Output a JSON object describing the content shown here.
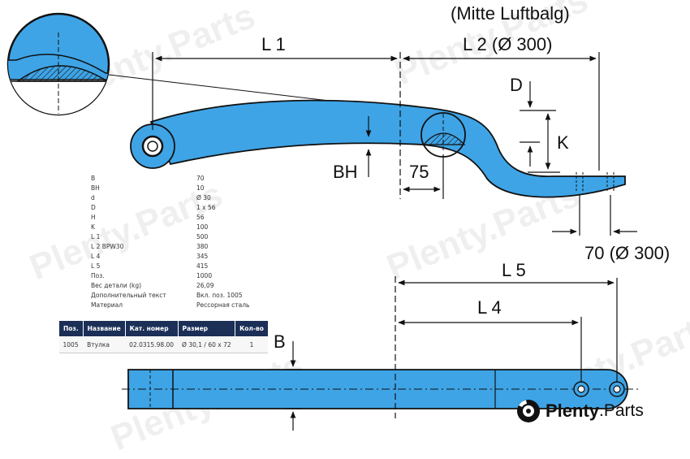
{
  "dimensions": {
    "mitte_luftbalg": "(Mitte Luftbalg)",
    "l1": "L 1",
    "l2": "L 2 (Ø 300)",
    "d": "D",
    "k": "K",
    "bh": "BH",
    "d75": "75",
    "d70": "70 (Ø 300)",
    "l5": "L 5",
    "l4": "L 4",
    "b": "B"
  },
  "specs": [
    {
      "key": "B",
      "value": "70"
    },
    {
      "key": "BH",
      "value": "10"
    },
    {
      "key": "d",
      "value": "Ø 30"
    },
    {
      "key": "D",
      "value": "1 x 56"
    },
    {
      "key": "H",
      "value": "56"
    },
    {
      "key": "K",
      "value": "100"
    },
    {
      "key": "L 1",
      "value": "500"
    },
    {
      "key": "L 2 BPW30",
      "value": "380"
    },
    {
      "key": "L 4",
      "value": "345"
    },
    {
      "key": "L 5",
      "value": "415"
    },
    {
      "key": "Поз.",
      "value": "1000"
    },
    {
      "key": "Вес детали (kg)",
      "value": "26,09"
    },
    {
      "key": "Дополнительный текст",
      "value": "Вкл. поз. 1005"
    },
    {
      "key": "Материал",
      "value": "Рессорная сталь"
    }
  ],
  "parts_table": {
    "headers": [
      "Поз.",
      "Название",
      "Кат. номер",
      "Размер",
      "Кол-во"
    ],
    "rows": [
      [
        "1005",
        "Втулка",
        "02.0315.98.00",
        "Ø 30,1 / 60 x 72",
        "1"
      ]
    ]
  },
  "brand": {
    "name": "Plenty",
    "domain": ".Parts"
  },
  "watermark": "Plenty.Parts",
  "colors": {
    "part_fill": "#3ea4e6",
    "outline": "#111111",
    "table_header": "#1b2f57"
  }
}
